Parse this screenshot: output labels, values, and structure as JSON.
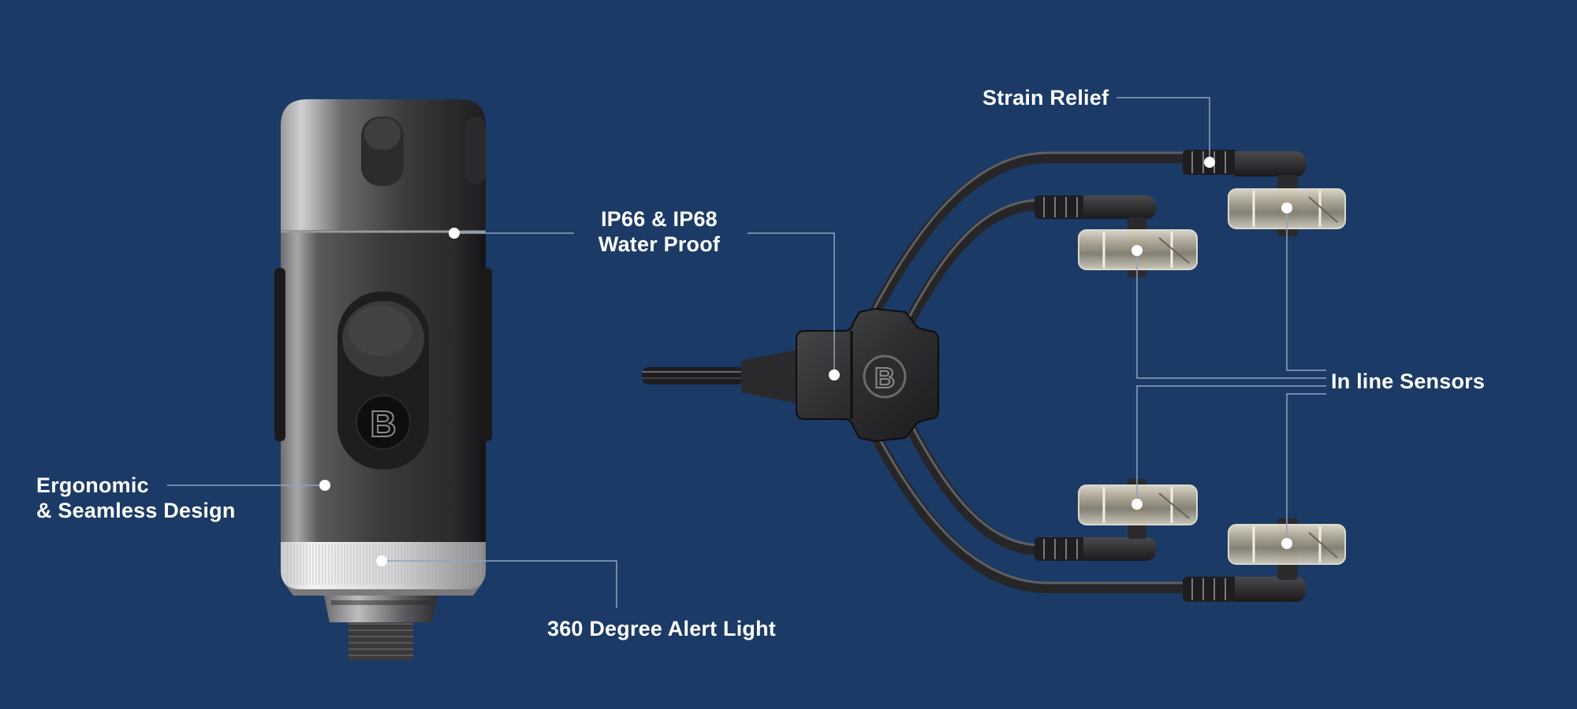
{
  "scene": {
    "background": "#1b3a66",
    "leader_color": "#8fa3bf",
    "callout_dot_color": "#ffffff"
  },
  "device": {
    "name": "sensor-hub-device",
    "logo_letter": "B"
  },
  "harness": {
    "name": "y-splitter-cable-harness",
    "logo_letter": "B"
  },
  "callouts": {
    "waterproof": {
      "line1": "IP66 & IP68",
      "line2": "Water Proof"
    },
    "ergonomic": {
      "line1": "Ergonomic",
      "line2": "& Seamless Design"
    },
    "alert_light": {
      "text": "360 Degree Alert Light"
    },
    "strain_relief": {
      "text": "Strain Relief"
    },
    "sensors": {
      "text": "In line Sensors"
    }
  }
}
